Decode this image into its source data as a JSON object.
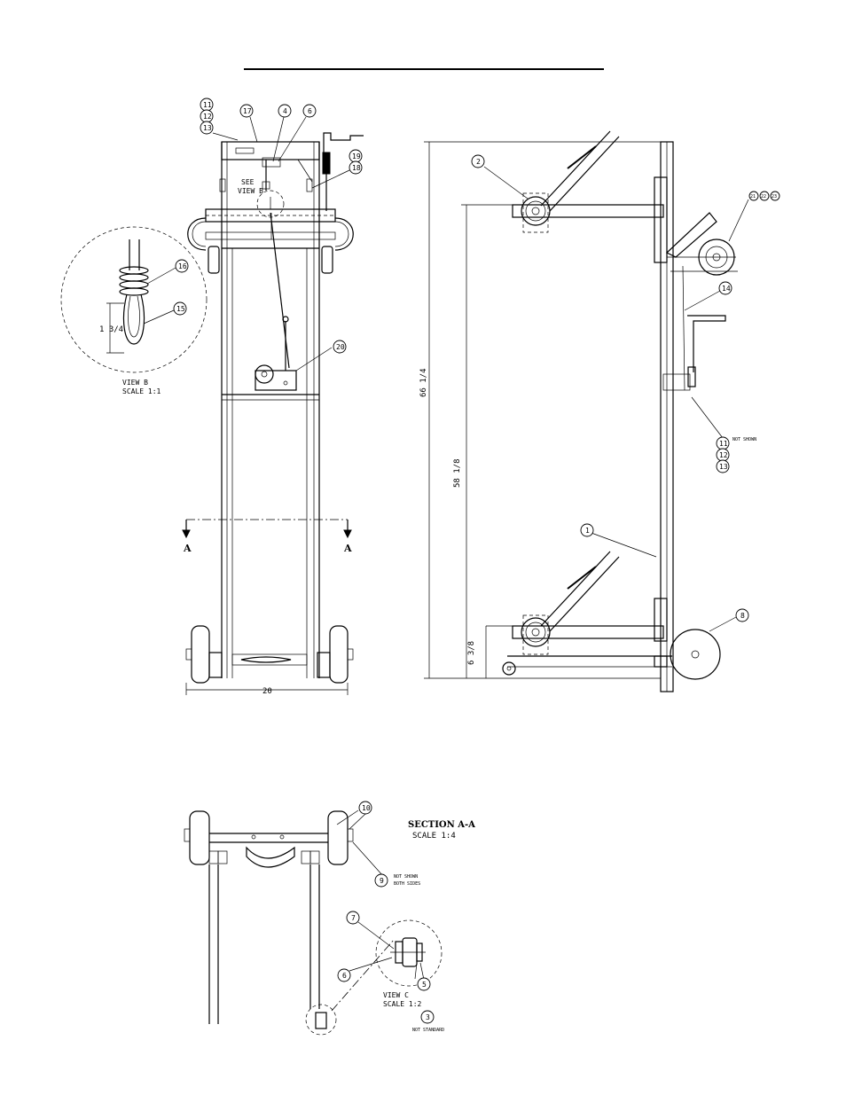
{
  "balloons": {
    "b11a": "11",
    "b12a": "12",
    "b13a": "13",
    "b17": "17",
    "b4": "4",
    "b6a": "6",
    "b19": "19",
    "b18": "18",
    "b16": "16",
    "b15": "15",
    "b20": "20",
    "b2": "2",
    "b21": "21",
    "b22": "22",
    "b23": "23",
    "b14": "14",
    "b11b": "11",
    "b12b": "12",
    "b13b": "13",
    "b1": "1",
    "b8": "8",
    "b10": "10",
    "b9": "9",
    "b7": "7",
    "b6b": "6",
    "b5": "5",
    "b3": "3"
  },
  "front_view": {
    "see_view": "SEE",
    "see_view_2": "VIEW B",
    "section_mark_left": "A",
    "section_mark_right": "A",
    "width_dim": "20"
  },
  "view_b": {
    "dim": "1 3/4",
    "title": "VIEW B",
    "scale": "SCALE 1:1"
  },
  "side_view": {
    "overall_height": "66 1/4",
    "upper_height": "58 1/8",
    "lower_height": "6 3/8",
    "note_not_shown": "NOT SHOWN"
  },
  "section_a": {
    "title": "SECTION A-A",
    "scale": "SCALE 1:4",
    "note_not_shown": "NOT SHOWN",
    "note_both_sides": "BOTH SIDES",
    "view_c_title": "VIEW C",
    "view_c_scale": "SCALE 1:2",
    "note_not_standard": "NOT STANDARD"
  }
}
